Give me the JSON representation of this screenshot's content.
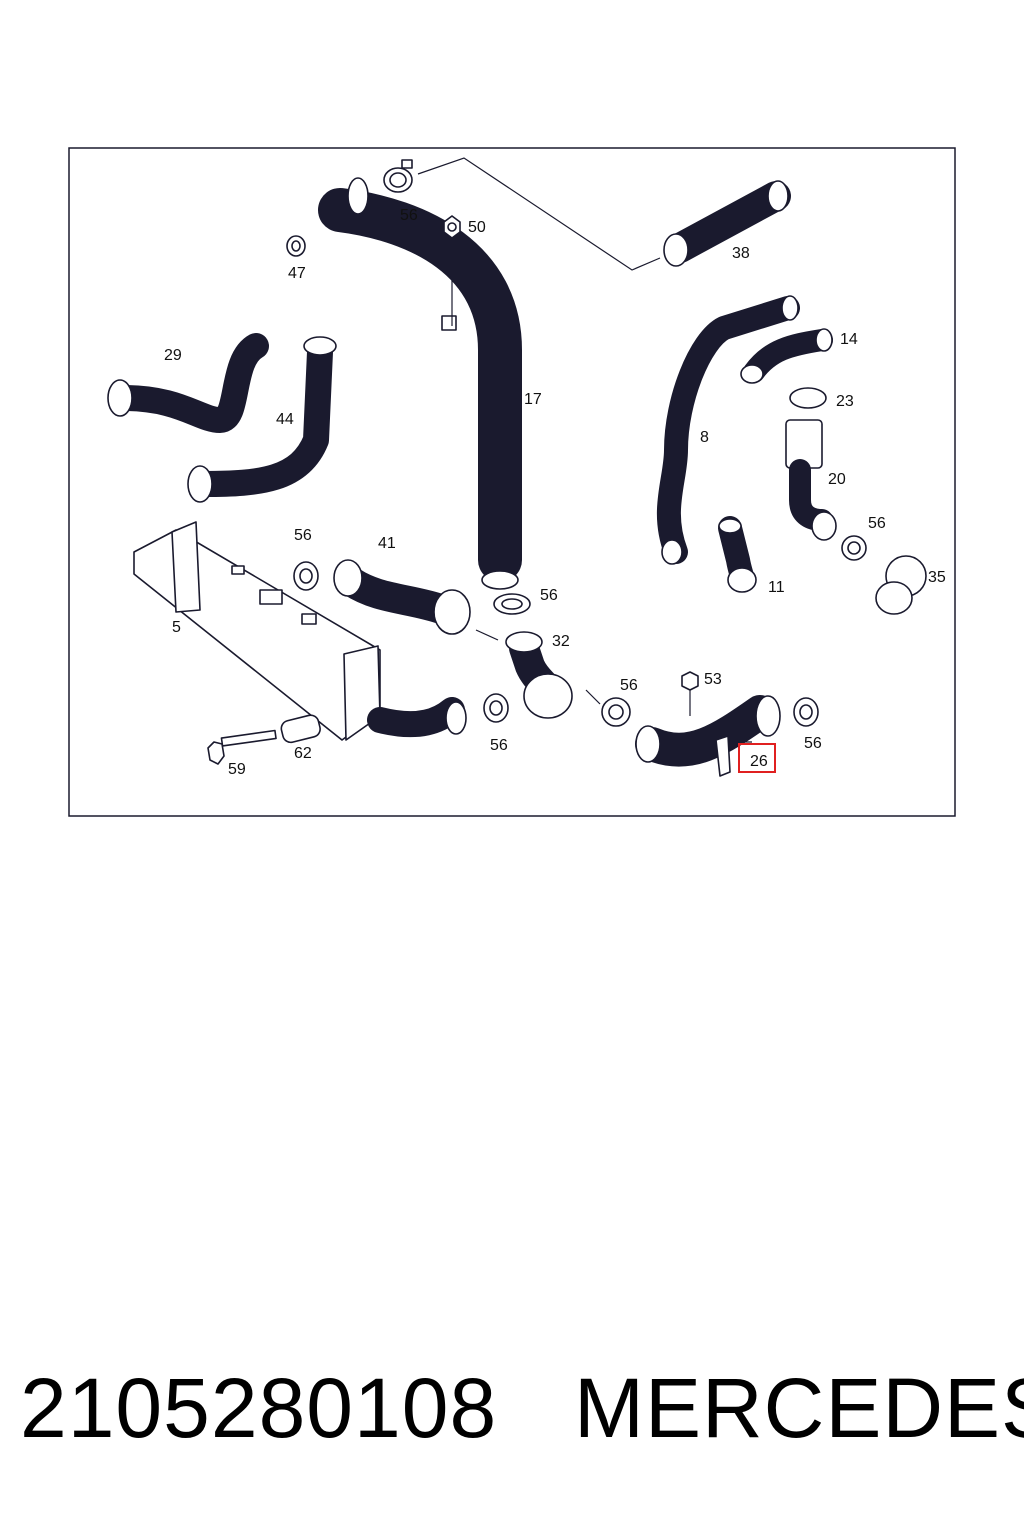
{
  "diagram": {
    "callouts": [
      "56",
      "50",
      "38",
      "47",
      "29",
      "44",
      "17",
      "14",
      "23",
      "8",
      "20",
      "56",
      "35",
      "11",
      "5",
      "56",
      "41",
      "56",
      "32",
      "56",
      "53",
      "56",
      "56",
      "26",
      "59",
      "62"
    ],
    "highlighted_callout": "26",
    "highlight_color": "#e02020",
    "line_color": "#1a1a2e"
  },
  "caption": {
    "part_number": "2105280108",
    "brand": "MERCEDES"
  }
}
